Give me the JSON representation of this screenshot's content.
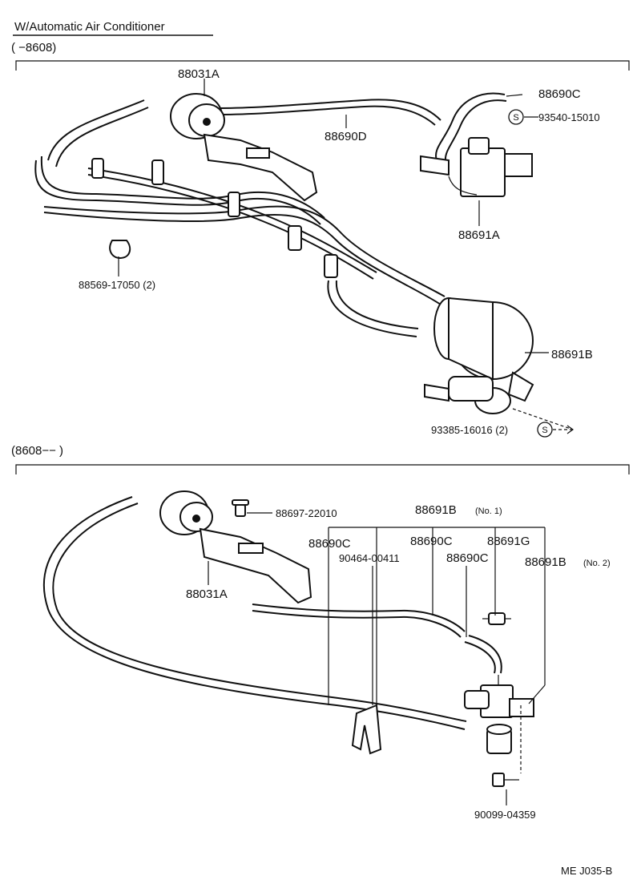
{
  "header": {
    "title": "W/Automatic Air Conditioner",
    "section1_range": "(       −8608)",
    "section2_range": "(8608−−          )"
  },
  "section1": {
    "labels": {
      "p88031a": "88031A",
      "p88690c": "88690C",
      "p93540": "93540-15010",
      "p88690d": "88690D",
      "p88691a": "88691A",
      "p88569": "88569-17050 (2)",
      "p88691b": "88691B",
      "p93385": "93385-16016 (2)"
    },
    "s_marker": "S"
  },
  "section2": {
    "labels": {
      "p88697": "88697-22010",
      "p88691b_no1": "88691B",
      "p88691b_no1_note": "(No. 1)",
      "p88690c_a": "88690C",
      "p88690c_b": "88690C",
      "p88691g": "88691G",
      "p90464": "90464-00411",
      "p88690c_c": "88690C",
      "p88691b_no2": "88691B",
      "p88691b_no2_note": "(No. 2)",
      "p88031a": "88031A",
      "p90099": "90099-04359"
    }
  },
  "footer": {
    "code": "ME  J035-B"
  }
}
